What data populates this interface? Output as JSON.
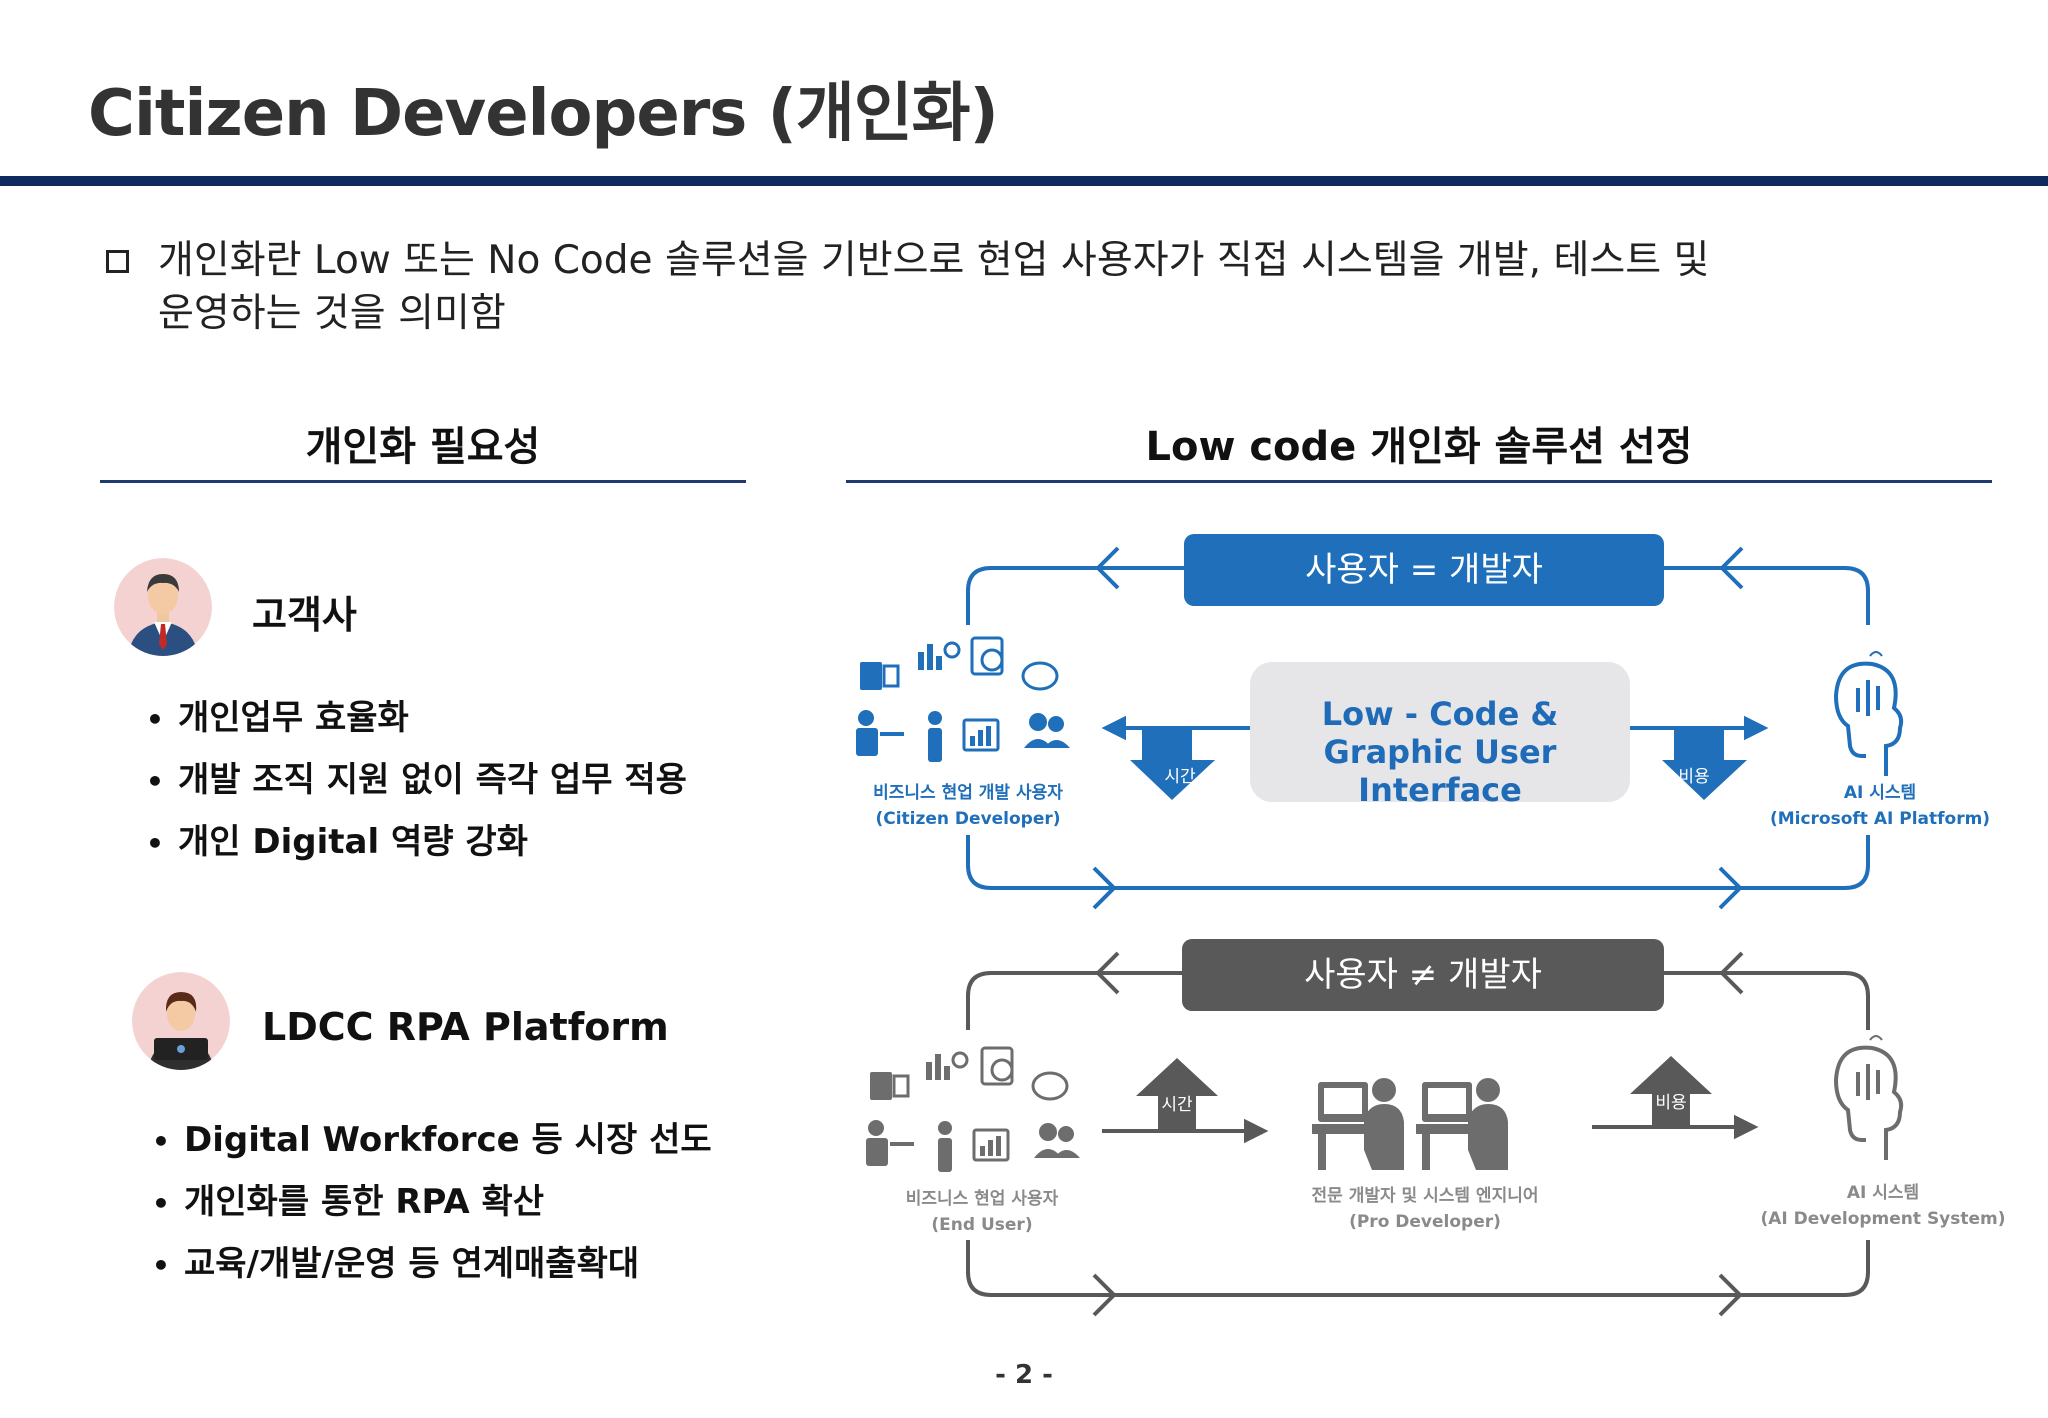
{
  "title": "Citizen Developers (개인화)",
  "intro_line1": "개인화란 Low 또는 No Code 솔루션을 기반으로 현업 사용자가 직접 시스템을 개발, 테스트 및",
  "intro_line2": "운영하는 것을 의미함",
  "left": {
    "heading": "개인화 필요성",
    "groups": [
      {
        "name": "고객사",
        "bullets": [
          "개인업무 효율화",
          "개발 조직 지원 없이 즉각 업무 적용",
          "개인 Digital 역량 강화"
        ]
      },
      {
        "name": "LDCC RPA Platform",
        "bullets": [
          "Digital Workforce 등 시장 선도",
          "개인화를 통한 RPA 확산",
          "교육/개발/운영 등 연계매출확대"
        ]
      }
    ]
  },
  "right": {
    "heading": "Low code 개인화 솔루션 선정",
    "top": {
      "banner": "사용자 = 개발자",
      "center_line1": "Low - Code &",
      "center_line2": "Graphic User Interface",
      "left_label_1": "비즈니스 현업 개발 사용자",
      "left_label_2": "(Citizen Developer)",
      "right_label_1": "AI 시스템",
      "right_label_2": "(Microsoft AI Platform)",
      "arrow_left": "시간",
      "arrow_right": "비용"
    },
    "bottom": {
      "banner": "사용자 ≠ 개발자",
      "left_label_1": "비즈니스 현업 사용자",
      "left_label_2": "(End User)",
      "mid_label_1": "전문 개발자 및 시스템 엔지니어",
      "mid_label_2": "(Pro Developer)",
      "right_label_1": "AI 시스템",
      "right_label_2": "(AI Development System)",
      "arrow_left": "시간",
      "arrow_right": "비용"
    }
  },
  "page_number": "- 2 -",
  "colors": {
    "navy": "#0f2a5e",
    "blue": "#1f6bb8",
    "gray": "#595959",
    "banner_blue": "#1f6fba",
    "banner_gray": "#595959"
  }
}
